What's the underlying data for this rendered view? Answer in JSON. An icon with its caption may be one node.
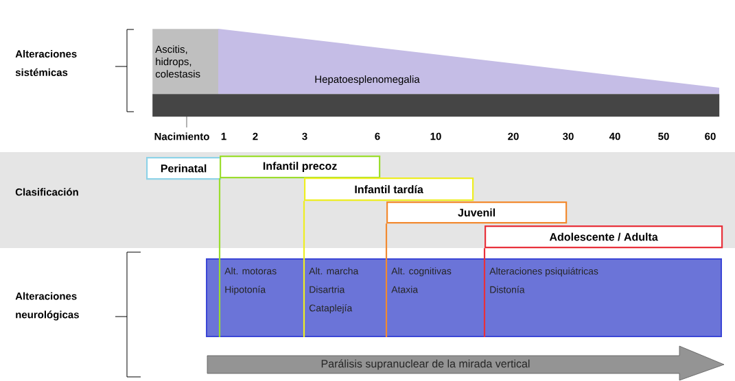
{
  "diagram": {
    "nodes": [
      {
        "text": [
          "Ascitis, hidrops, colestasis"
        ]
      },
      {
        "text": [
          "Hepatoesplenomegalia"
        ]
      },
      {
        "text": [],
        "shape": "bar"
      },
      {
        "text": [
          "Perinatal"
        ]
      },
      {
        "text": [
          "Infantil precoz"
        ]
      },
      {
        "text": [
          "Infantil tardía"
        ]
      },
      {
        "text": [
          "Juvenil"
        ]
      },
      {
        "text": [
          "Adolescente / Adulta"
        ]
      },
      {
        "text": [],
        "shape": "box"
      },
      {
        "text": [
          "Alt. motoras",
          "Hipotonía"
        ],
        "in": 8
      },
      {
        "text": [
          "Alt. marcha",
          "Disartria",
          "Cataplejía"
        ],
        "in": 8
      },
      {
        "text": [
          "Alt. cognitivas",
          "Ataxia"
        ],
        "in": 8
      },
      {
        "text": [
          "Alteraciones psiquiátricas",
          "Distonía"
        ],
        "in": 8
      },
      {
        "text": [
          "Parálisis supranuclear de la mirada vertical"
        ]
      }
    ],
    "edges": [
      {
        "from": 4,
        "to": 8,
        "arrow": "none",
        "color": "#9bdd2e"
      },
      {
        "from": 5,
        "to": 8,
        "arrow": "none",
        "color": "#eeee22"
      },
      {
        "from": 6,
        "to": 8,
        "arrow": "none",
        "color": "#f28a30"
      },
      {
        "from": 7,
        "to": 8,
        "arrow": "none",
        "color": "#e8303a"
      }
    ],
    "labels": [
      "Alteraciones sistémicas",
      "Nacimiento",
      "1",
      "2",
      "3",
      "6",
      "10",
      "20",
      "30",
      "40",
      "50",
      "60",
      "Clasificación",
      "Alteraciones neurológicas"
    ]
  }
}
